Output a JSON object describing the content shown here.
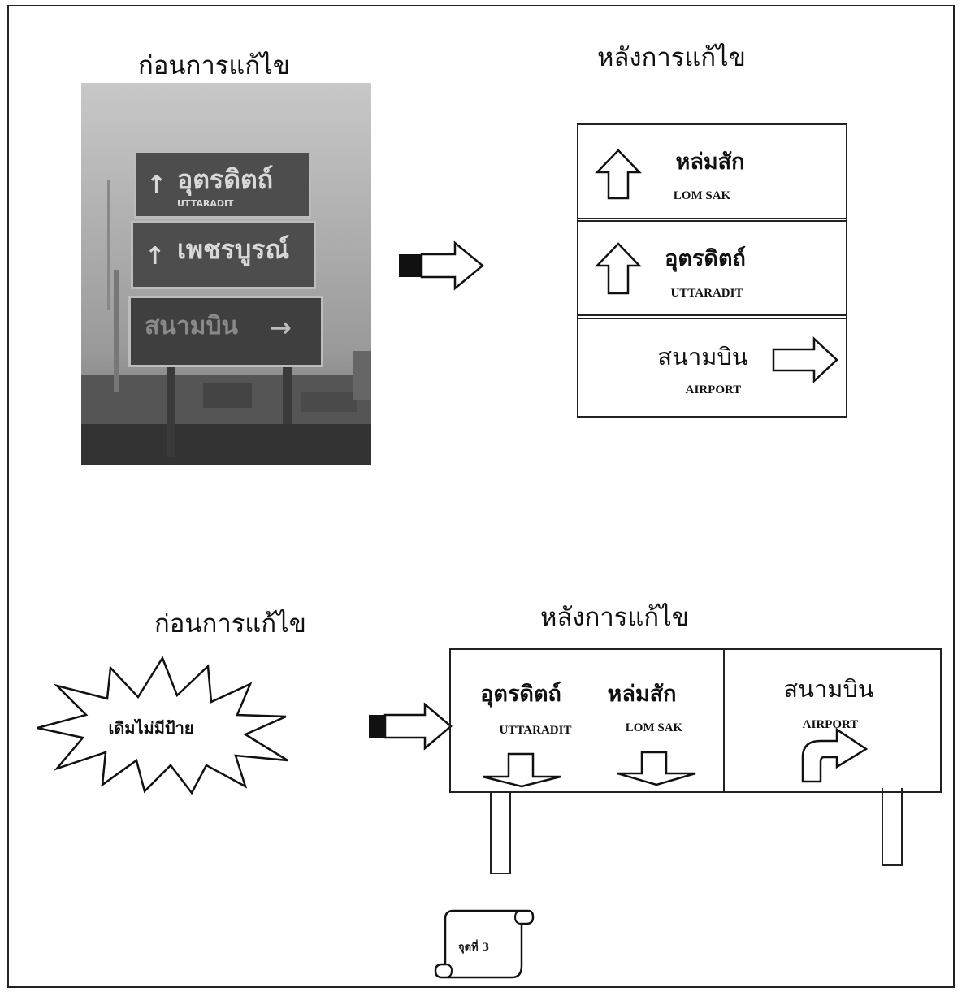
{
  "top": {
    "before_heading": "ก่อนการแก้ไข",
    "after_heading": "หลังการแก้ไข",
    "photo": {
      "sign1_th": "อุตรดิตถ์",
      "sign1_en": "UTTARADIT",
      "sign2_th": "เพชรบูรณ์",
      "sign3_th": "สนามบิน"
    },
    "signs": [
      {
        "th": "หล่มสัก",
        "en": "LOM  SAK"
      },
      {
        "th": "อุตรดิตถ์",
        "en": "UTTARADIT"
      },
      {
        "th": "สนามบิน",
        "en": "AIRPORT"
      }
    ]
  },
  "bottom": {
    "before_heading": "ก่อนการแก้ไข",
    "after_heading": "หลังการแก้ไข",
    "burst_text": "เดิมไม่มีป้าย",
    "left_panel": [
      {
        "th": "อุตรดิตถ์",
        "en": "UTTARADIT"
      },
      {
        "th": "หล่มสัก",
        "en": "LOM  SAK"
      }
    ],
    "right_panel": {
      "th": "สนามบิน",
      "en": "AIRPORT"
    }
  },
  "point_label": "จุดที่ 3",
  "icons": [
    "up-arrow-icon",
    "right-arrow-icon",
    "down-arrow-icon",
    "turn-right-arrow-icon",
    "block-arrow-icon"
  ]
}
